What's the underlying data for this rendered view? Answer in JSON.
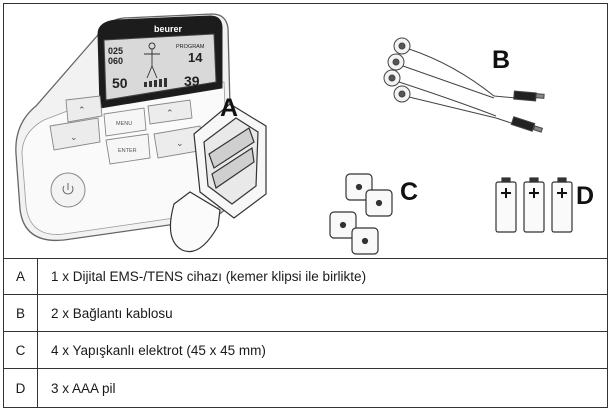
{
  "device": {
    "brand": "beurer",
    "screen": {
      "left_top": "025",
      "left_mid": "060",
      "program": "PROGRAM",
      "right_top": "14",
      "left_bottom": "50",
      "right_bottom": "39"
    },
    "menu_label": "MENU",
    "enter_label": "ENTER"
  },
  "labels": {
    "a": "A",
    "b": "B",
    "c": "C",
    "d": "D"
  },
  "items": [
    {
      "key": "A",
      "text": "1 x Dijital EMS-/TENS cihazı (kemer klipsi ile birlikte)"
    },
    {
      "key": "B",
      "text": "2 x Bağlantı kablosu"
    },
    {
      "key": "C",
      "text": "4 x Yapışkanlı elektrot (45 x 45 mm)"
    },
    {
      "key": "D",
      "text": "3 x AAA pil"
    }
  ]
}
